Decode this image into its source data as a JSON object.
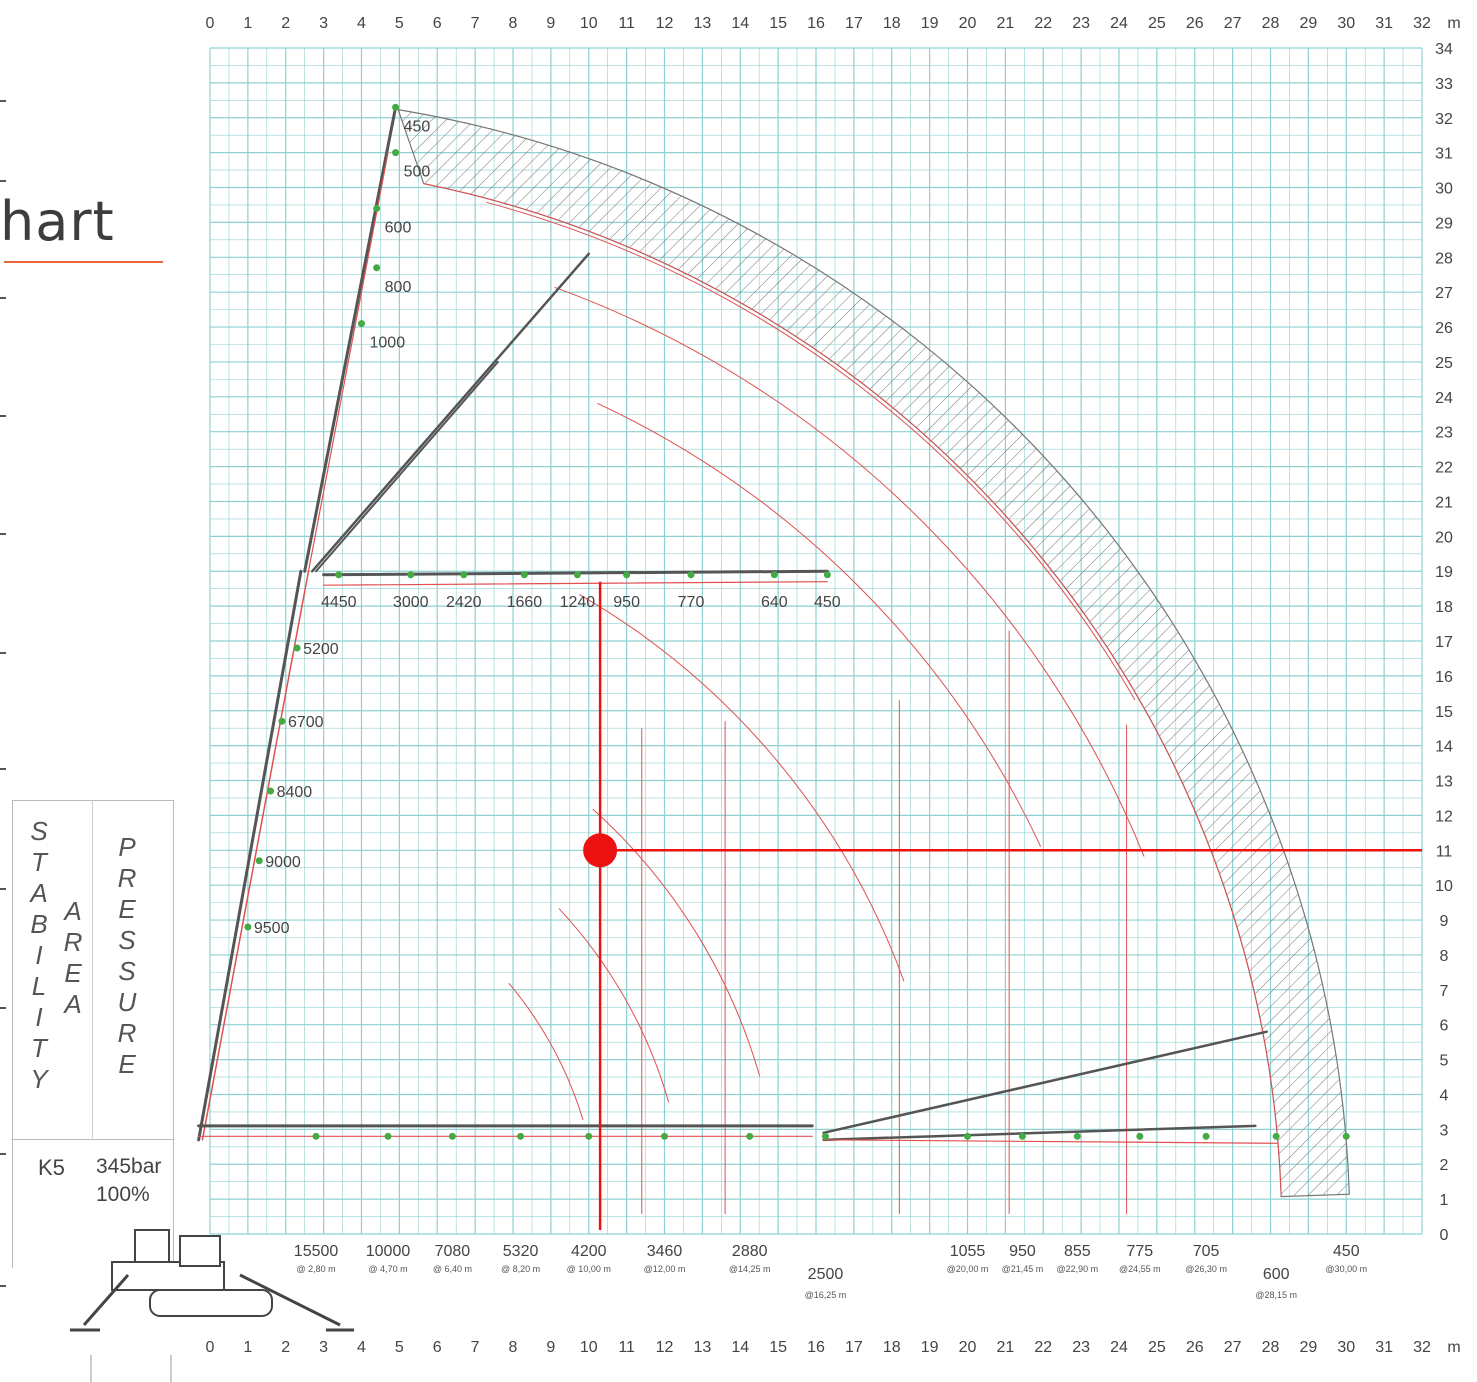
{
  "page": {
    "title_fragment": "hart",
    "legend": {
      "stability": "STABILITY",
      "area": "AREA",
      "pressure": "PRESSURE",
      "model": "K5",
      "pressure_value": "345bar",
      "percent": "100%"
    }
  },
  "colors": {
    "grid": "#8fd0d0",
    "curve": "#e05050",
    "marker": "#ee1111",
    "boom": "#555555",
    "dot": "#44aa44"
  },
  "chart_data": {
    "type": "load-chart",
    "x_axis": {
      "min": 0,
      "max": 32,
      "unit": "m",
      "ticks": [
        0,
        1,
        2,
        3,
        4,
        5,
        6,
        7,
        8,
        9,
        10,
        11,
        12,
        13,
        14,
        15,
        16,
        17,
        18,
        19,
        20,
        21,
        22,
        23,
        24,
        25,
        26,
        27,
        28,
        29,
        30,
        31,
        32
      ]
    },
    "y_axis": {
      "min": 0,
      "max": 34,
      "ticks": [
        0,
        1,
        2,
        3,
        4,
        5,
        6,
        7,
        8,
        9,
        10,
        11,
        12,
        13,
        14,
        15,
        16,
        17,
        18,
        19,
        20,
        21,
        22,
        23,
        24,
        25,
        26,
        27,
        28,
        29,
        30,
        31,
        32,
        33,
        34
      ]
    },
    "grid": true,
    "vertical_boom_loads": [
      {
        "label": "450",
        "x": 4.9,
        "y": 32.3
      },
      {
        "label": "500",
        "x": 4.9,
        "y": 31.0
      },
      {
        "label": "600",
        "x": 4.4,
        "y": 29.4
      },
      {
        "label": "800",
        "x": 4.4,
        "y": 27.7
      },
      {
        "label": "1000",
        "x": 4.0,
        "y": 26.1
      }
    ],
    "boom_base_loads": [
      {
        "label": "5200",
        "x": 2.3,
        "y": 16.8
      },
      {
        "label": "6700",
        "x": 1.9,
        "y": 14.7
      },
      {
        "label": "8400",
        "x": 1.6,
        "y": 12.7
      },
      {
        "label": "9000",
        "x": 1.3,
        "y": 10.7
      },
      {
        "label": "9500",
        "x": 1.0,
        "y": 8.8
      }
    ],
    "horizontal_jib_19m": [
      {
        "label": "4450",
        "x": 3.4,
        "y": 18.6
      },
      {
        "label": "3000",
        "x": 5.3,
        "y": 18.6
      },
      {
        "label": "2420",
        "x": 6.7,
        "y": 18.6
      },
      {
        "label": "1660",
        "x": 8.3,
        "y": 18.6
      },
      {
        "label": "1240",
        "x": 9.7,
        "y": 18.6
      },
      {
        "label": "950",
        "x": 11.0,
        "y": 18.6
      },
      {
        "label": "770",
        "x": 12.7,
        "y": 18.6
      },
      {
        "label": "640",
        "x": 14.9,
        "y": 18.6
      },
      {
        "label": "450",
        "x": 16.3,
        "y": 18.6
      }
    ],
    "ground_loads": [
      {
        "label": "15500",
        "at": "@ 2,80 m",
        "x": 2.8
      },
      {
        "label": "10000",
        "at": "@ 4,70 m",
        "x": 4.7
      },
      {
        "label": "7080",
        "at": "@ 6,40 m",
        "x": 6.4
      },
      {
        "label": "5320",
        "at": "@ 8,20 m",
        "x": 8.2
      },
      {
        "label": "4200",
        "at": "@ 10,00 m",
        "x": 10.0
      },
      {
        "label": "3460",
        "at": "@12,00 m",
        "x": 12.0
      },
      {
        "label": "2880",
        "at": "@14,25 m",
        "x": 14.25
      },
      {
        "label": "2500",
        "at": "@16,25 m",
        "x": 16.25
      },
      {
        "label": "1055",
        "at": "@20,00 m",
        "x": 20.0
      },
      {
        "label": "950",
        "at": "@21,45 m",
        "x": 21.45
      },
      {
        "label": "855",
        "at": "@22,90 m",
        "x": 22.9
      },
      {
        "label": "775",
        "at": "@24,55 m",
        "x": 24.55
      },
      {
        "label": "705",
        "at": "@26,30 m",
        "x": 26.3
      },
      {
        "label": "600",
        "at": "@28,15 m",
        "x": 28.15
      },
      {
        "label": "450",
        "at": "@30,00 m",
        "x": 30.0
      }
    ],
    "reach_arcs": [
      {
        "radius": 28.2
      },
      {
        "radius": 26.6
      },
      {
        "radius": 24.2
      },
      {
        "radius": 19.5
      },
      {
        "radius": 15.1
      },
      {
        "radius": 12.6
      },
      {
        "radius": 10.3
      }
    ],
    "envelope": {
      "outer_radius": 30.1,
      "inner_radius": 28.3
    },
    "marker": {
      "x": 10.3,
      "y": 11.0
    }
  }
}
